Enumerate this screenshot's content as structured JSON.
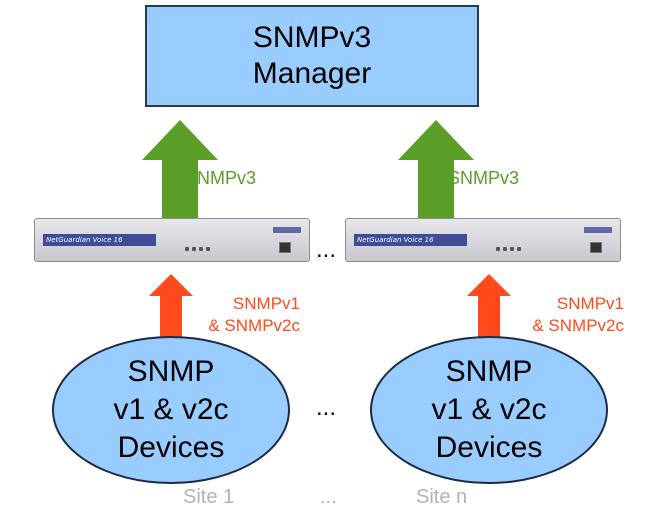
{
  "manager": {
    "line1": "SNMPv3",
    "line2": "Manager"
  },
  "upstream": [
    {
      "label": "SNMPv3"
    },
    {
      "label": "SNMPv3"
    }
  ],
  "devices": [
    {
      "brand": "NetGuardian Voice 16"
    },
    {
      "brand": "NetGuardian Voice 16"
    }
  ],
  "downstream": [
    {
      "line1": "SNMPv1",
      "line2": "& SNMPv2c"
    },
    {
      "line1": "SNMPv1",
      "line2": "& SNMPv2c"
    }
  ],
  "clouds": [
    {
      "line1": "SNMP",
      "line2": "v1 & v2c",
      "line3": "Devices"
    },
    {
      "line1": "SNMP",
      "line2": "v1 & v2c",
      "line3": "Devices"
    }
  ],
  "ellipsis": "...",
  "sites": {
    "first": "Site 1",
    "between": "...",
    "last": "Site n"
  },
  "colors": {
    "box_fill": "#99ccff",
    "green_arrow": "#5a9e27",
    "red_arrow": "#ff4a1c",
    "site_label": "#b3b3b3"
  }
}
